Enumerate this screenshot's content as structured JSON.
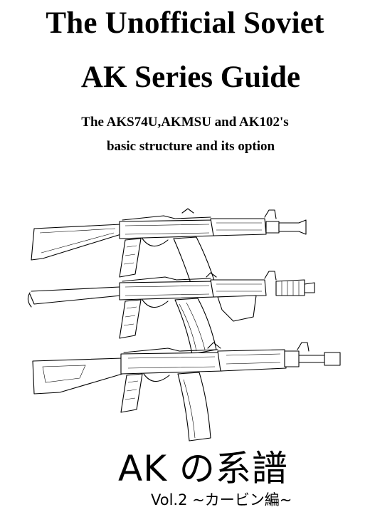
{
  "cover": {
    "title_line1": "The Unofficial Soviet",
    "title_line2": "AK Series Guide",
    "subtitle_line1": "The AKS74U,AKMSU and AK102's",
    "subtitle_line2": "basic structure and its option",
    "jp_title": "AK の系譜",
    "jp_volume": "Vol.2 ~カービン編~"
  },
  "colors": {
    "ink": "#000000",
    "paper": "#ffffff"
  },
  "illustration_icons": [
    "rifle-aks74u-drawing-icon",
    "rifle-akmsu-drawing-icon",
    "rifle-ak102-drawing-icon"
  ]
}
